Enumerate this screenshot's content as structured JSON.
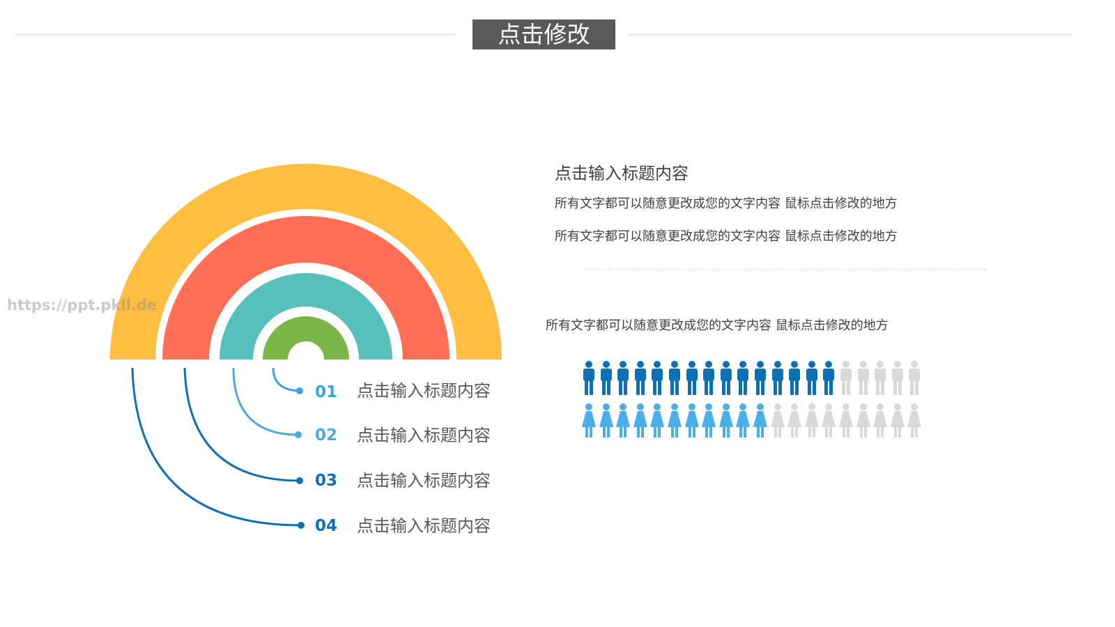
{
  "header": {
    "title": "点击修改"
  },
  "watermark": "https://ppt.pkll.de",
  "colors": {
    "yellow": "#FDBE41",
    "red": "#FF6F55",
    "teal": "#58BFBD",
    "green": "#7AB648",
    "dark_blue": "#0F6FB5",
    "light_blue": "#4AAEE8",
    "gray": "#D9D9D9"
  },
  "items": [
    {
      "number": "01",
      "label": "点击输入标题内容",
      "color": "#3AA3E3"
    },
    {
      "number": "02",
      "label": "点击输入标题内容",
      "color": "#4FA9E0"
    },
    {
      "number": "03",
      "label": "点击输入标题内容",
      "color": "#0F6FB5"
    },
    {
      "number": "04",
      "label": "点击输入标题内容",
      "color": "#0F6FB5"
    }
  ],
  "panel": {
    "heading": "点击输入标题内容",
    "line1": "所有文字都可以随意更改成您的文字内容 鼠标点击修改的地方",
    "line2": "所有文字都可以随意更改成您的文字内容 鼠标点击修改的地方",
    "caption": "所有文字都可以随意更改成您的文字内容 鼠标点击修改的地方"
  },
  "chart_data": {
    "type": "pictograph",
    "series": [
      {
        "total": 20,
        "highlighted": 15,
        "icon": "male-person-icon",
        "color": "#0F6FB5"
      },
      {
        "total": 20,
        "highlighted": 11,
        "icon": "female-person-icon",
        "color": "#4AAEE8"
      }
    ]
  }
}
